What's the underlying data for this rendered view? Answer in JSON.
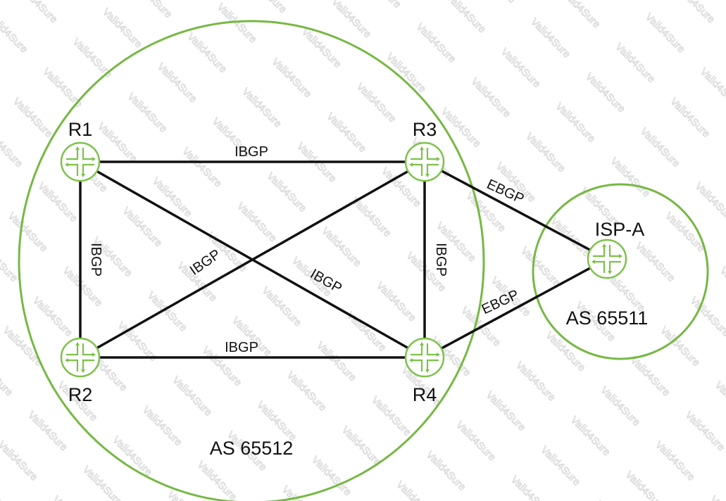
{
  "watermark": "Valid4Sure",
  "colors": {
    "as_circle": "#76b843",
    "router": "#7cc24a",
    "link": "#111111",
    "watermark": "#d4d4d4"
  },
  "as_areas": [
    {
      "id": "as65512",
      "label": "AS 65512"
    },
    {
      "id": "as65511",
      "label": "AS 65511"
    }
  ],
  "routers": [
    {
      "id": "R1",
      "label": "R1",
      "icon": "router-icon"
    },
    {
      "id": "R2",
      "label": "R2",
      "icon": "router-icon"
    },
    {
      "id": "R3",
      "label": "R3",
      "icon": "router-icon"
    },
    {
      "id": "R4",
      "label": "R4",
      "icon": "router-icon"
    },
    {
      "id": "ISP-A",
      "label": "ISP-A",
      "icon": "router-icon"
    }
  ],
  "links": [
    {
      "from": "R1",
      "to": "R3",
      "label": "IBGP"
    },
    {
      "from": "R1",
      "to": "R2",
      "label": "IBGP"
    },
    {
      "from": "R2",
      "to": "R3",
      "label": "IBGP"
    },
    {
      "from": "R1",
      "to": "R4",
      "label": "IBGP"
    },
    {
      "from": "R3",
      "to": "R4",
      "label": "IBGP"
    },
    {
      "from": "R2",
      "to": "R4",
      "label": "IBGP"
    },
    {
      "from": "R3",
      "to": "ISP-A",
      "label": "EBGP"
    },
    {
      "from": "R4",
      "to": "ISP-A",
      "label": "EBGP"
    }
  ]
}
